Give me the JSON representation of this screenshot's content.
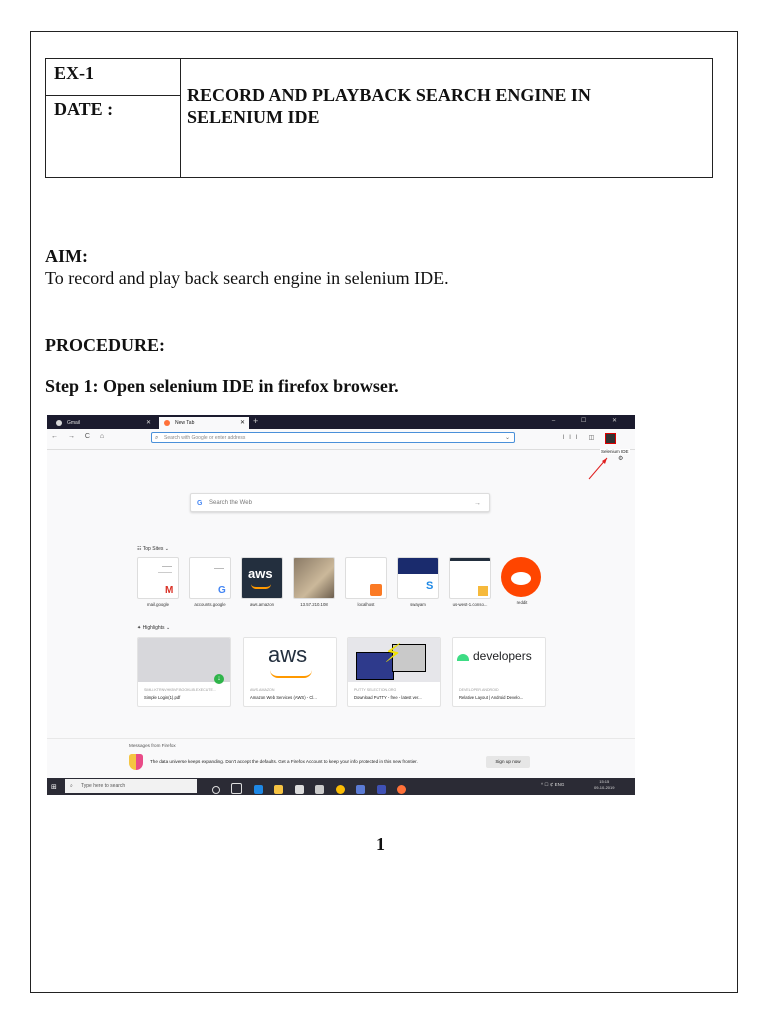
{
  "header": {
    "ex": "EX-1",
    "date_label": "DATE :",
    "title": "RECORD AND PLAYBACK SEARCH ENGINE IN SELENIUM IDE"
  },
  "aim": {
    "heading": "AIM:",
    "text": "To record and play back search engine in selenium IDE."
  },
  "procedure_heading": "PROCEDURE:",
  "step1": "Step 1: Open selenium IDE in firefox browser.",
  "page_number": "1",
  "screenshot": {
    "tabs": [
      {
        "label": "Gmail",
        "icon_color": "#d9d9d9"
      },
      {
        "label": "New Tab",
        "icon_color": "#ff7139"
      }
    ],
    "new_tab_symbol": "+",
    "window_controls": "– ☐ ✕",
    "nav_icons": "← → C ⌂",
    "url_placeholder": "Search with Google or enter address",
    "toolbar_icons": "lll ◫ ⊙",
    "selenium_tooltip": "Selenium IDE",
    "search_placeholder": "Search the Web",
    "top_sites_label": "Top Sites",
    "top_sites": [
      {
        "label": "mail.google",
        "icon": "gmail-icon"
      },
      {
        "label": "accounts.google",
        "icon": "google-icon"
      },
      {
        "label": "aws.amazon",
        "icon": "aws-icon"
      },
      {
        "label": "13.57.210.108",
        "icon": "photo-thumb"
      },
      {
        "label": "localhost",
        "icon": "xampp-icon"
      },
      {
        "label": "swayam",
        "icon": "swayam-icon"
      },
      {
        "label": "us-west-1.conso...",
        "icon": "aws-console-thumb"
      },
      {
        "label": "reddit",
        "icon": "reddit-icon"
      }
    ],
    "highlights_label": "Highlights",
    "highlights": [
      {
        "source": "SIMLI.KTRNVHKBVF.BOOKLIB.EXECUTE...",
        "title": "Simple Login(1).pdf"
      },
      {
        "source": "AWS.AMAZON",
        "title": "Amazon Web Services (AWS) - Cl..."
      },
      {
        "source": "PUTTY SELECTION.ORG",
        "title": "Download PuTTY - free - latest ver..."
      },
      {
        "source": "DEVELOPER.ANDROID",
        "title": "Relative Layout | Android Develo..."
      }
    ],
    "aws_logo": "aws",
    "developers_logo": "developers",
    "messages_heading": "Messages from Firefox",
    "message_text": "The data universe keeps expanding. Don't accept the defaults. Get a Firefox Account to keep your info protected in this new frontier.",
    "signup_label": "Sign up now",
    "taskbar_search": "Type here to search",
    "tray": "ENG",
    "clock_time": "15:15",
    "clock_date": "09-10-2019"
  }
}
